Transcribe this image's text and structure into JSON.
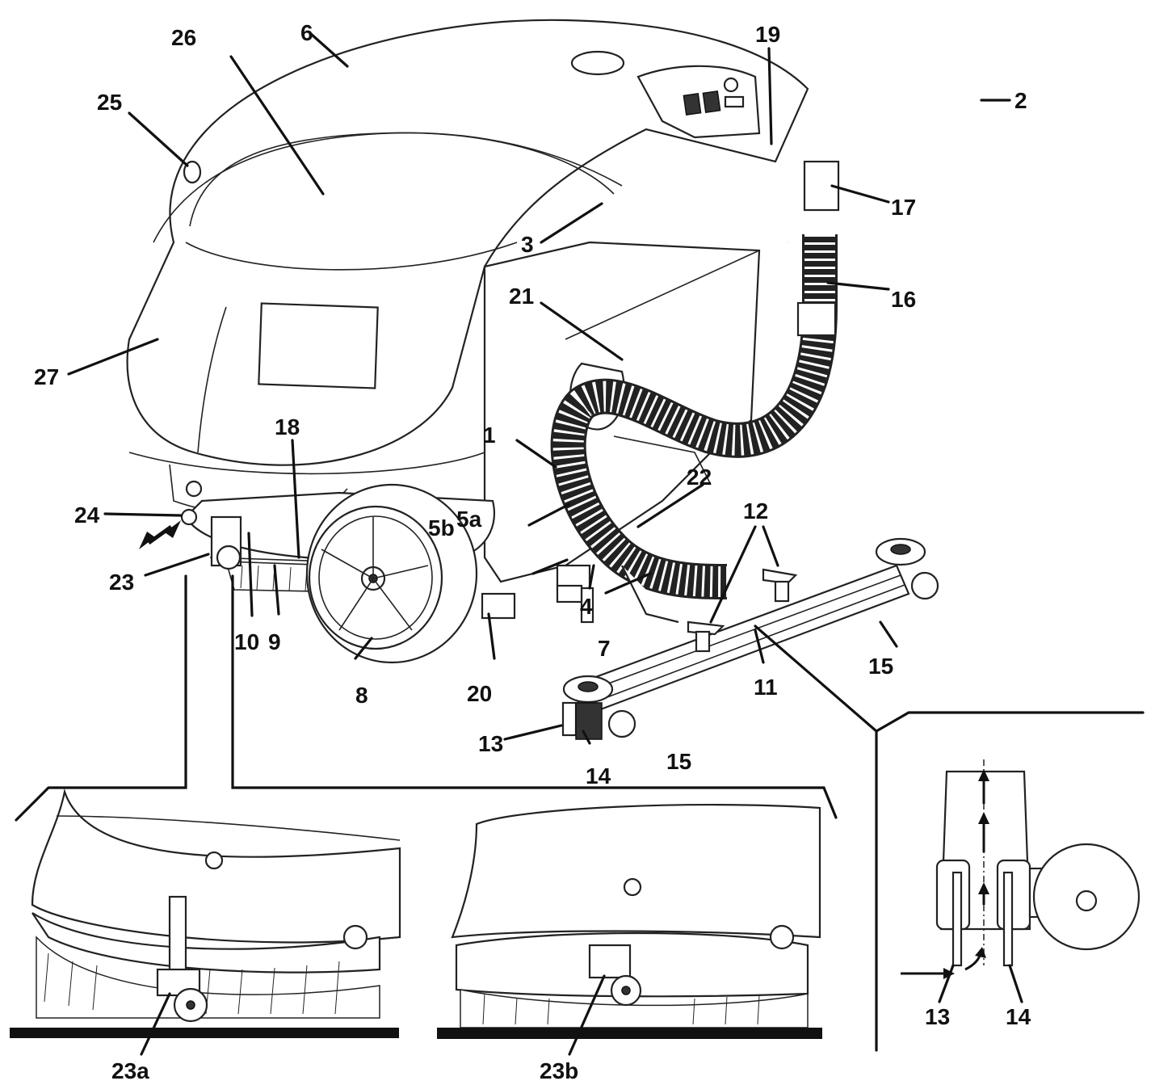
{
  "labels": {
    "l1": "1",
    "l2": "2",
    "l3": "3",
    "l4": "4",
    "l5a": "5a",
    "l5b": "5b",
    "l6": "6",
    "l7": "7",
    "l8": "8",
    "l9": "9",
    "l10": "10",
    "l11": "11",
    "l12": "12",
    "l13": "13",
    "l14": "14",
    "l15": "15",
    "l16": "16",
    "l17": "17",
    "l18": "18",
    "l19": "19",
    "l20": "20",
    "l21": "21",
    "l22": "22",
    "l23": "23",
    "l24": "24",
    "l25": "25",
    "l26": "26",
    "l27": "27",
    "l23a": "23a",
    "l23b": "23b"
  },
  "colors": {
    "line": "#111111",
    "fill": "#ffffff",
    "floor": "#111111"
  }
}
